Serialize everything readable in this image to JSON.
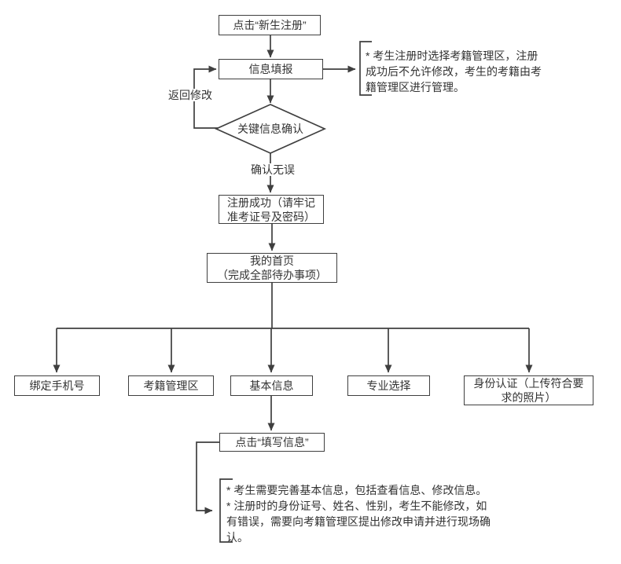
{
  "flow": {
    "click_register": "点击“新生注册”",
    "info_fill": "信息填报",
    "key_info_confirm": "关键信息确认",
    "register_success": "注册成功（请牢记\n准考证号及密码）",
    "my_homepage": "我的首页\n（完成全部待办事项）",
    "bind_phone": "绑定手机号",
    "exam_area": "考籍管理区",
    "basic_info": "基本信息",
    "major_select": "专业选择",
    "identity_auth": "身份认证（上传符合要\n求的照片）",
    "click_fill_info": "点击“填写信息”"
  },
  "labels": {
    "return_modify": "返回修改",
    "confirm_ok": "确认无误"
  },
  "notes": {
    "register_note": "* 考生注册时选择考籍管理区，注册\n成功后不允许修改，考生的考籍由考\n籍管理区进行管理。",
    "basic_info_note": "* 考生需要完善基本信息，包括查看信息、修改信息。\n* 注册时的身份证号、姓名、性别，考生不能修改，如\n有错误，需要向考籍管理区提出修改申请并进行现场确\n认。"
  },
  "colors": {
    "line": "#3f3f3f",
    "text": "#333333",
    "background": "#ffffff"
  }
}
